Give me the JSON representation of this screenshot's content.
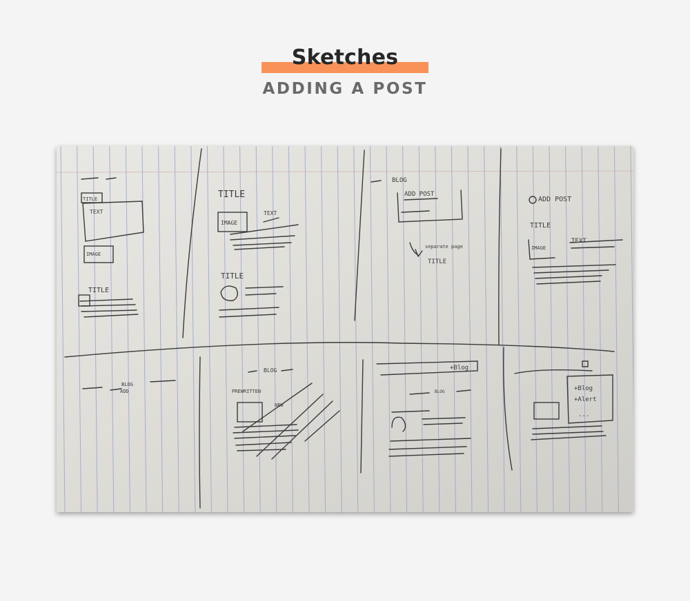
{
  "header": {
    "title": "Sketches",
    "subtitle": "ADDING A POST"
  },
  "colors": {
    "accent": "#f89259",
    "background": "#f4f4f4",
    "title": "#272727",
    "subtitle": "#6a6a6a"
  },
  "sketch": {
    "wireframes": [
      {
        "labels": [
          "TITLE",
          "TEXT",
          "IMAGE",
          "TITLE"
        ]
      },
      {
        "labels": [
          "TITLE",
          "IMAGE",
          "TEXT",
          "TITLE"
        ]
      },
      {
        "labels": [
          "BLOG",
          "ADD POST",
          "separate page",
          "TITLE"
        ]
      },
      {
        "labels": [
          "ADD POST",
          "TITLE",
          "IMAGE",
          "TEXT"
        ]
      },
      {
        "labels": [
          "BLOG",
          "ADD"
        ]
      },
      {
        "labels": [
          "BLOG",
          "PREWRITTEN",
          "NEW"
        ]
      },
      {
        "labels": [
          "+Blog",
          "BLOG"
        ]
      },
      {
        "labels": [
          "+Blog",
          "+Alert",
          "..."
        ]
      }
    ]
  }
}
